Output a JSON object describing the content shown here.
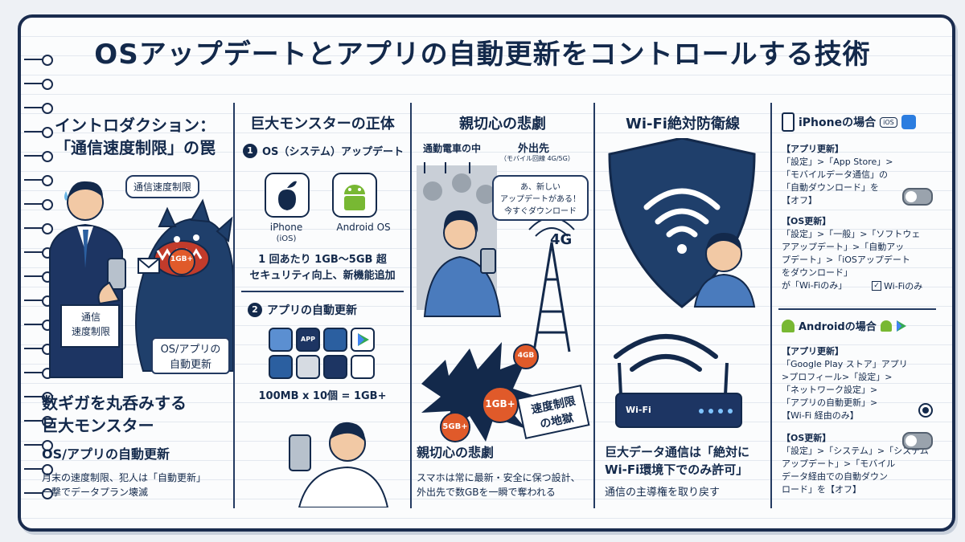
{
  "title": "OSアップデートとアプリの自動更新をコントロールする技術",
  "col1": {
    "heading_line1": "イントロダクション：",
    "heading_line2": "「通信速度制限」の罠",
    "bubble": "通信速度制限",
    "sign_line1": "通信",
    "sign_line2": "速度制限",
    "monster_label": "1GB+",
    "monster_tag_line1": "OS/アプリの",
    "monster_tag_line2": "自動更新",
    "big_line1": "数ギガを丸呑みする",
    "big_line2": "巨大モンスター",
    "sub": "OS/アプリの自動更新",
    "desc_line1": "月末の速度制限、犯人は「自動更新」",
    "desc_line2": "一撃でデータプラン壊滅"
  },
  "col2": {
    "heading": "巨大モンスターの正体",
    "step1_num": "1",
    "step1": "OS（システム）アップデート",
    "iphone_label": "iPhone",
    "iphone_sub": "(iOS)",
    "android_label": "Android OS",
    "size_text": "1 回あたり 1GB〜5GB 超",
    "feature_text": "セキュリティ向上、新機能追加",
    "step2_num": "2",
    "step2": "アプリの自動更新",
    "app_label": "APP",
    "calc": "100MB x 10個 = 1GB+"
  },
  "col3": {
    "heading": "親切心の悲劇",
    "train_label": "通勤電車の中",
    "out_label": "外出先",
    "out_sub": "（モバイル回線 4G/5G）",
    "speech_line1": "あ、新しい",
    "speech_line2": "アップデートがある！",
    "speech_line3": "今すぐダウンロード",
    "net_label": "4G",
    "badge1": "4GB",
    "badge2": "1GB+",
    "badge3": "5GB+",
    "sign_line1": "速度制限",
    "sign_line2": "の地獄",
    "sub": "親切心の悲劇",
    "desc_line1": "スマホは常に最新・安全に保つ設計、",
    "desc_line2": "外出先で数GBを一瞬で奪われる"
  },
  "col4": {
    "heading": "Wi-Fi絶対防衛線",
    "router_label": "Wi-Fi",
    "desc_line1": "巨大データ通信は「絶対に",
    "desc_line2": "Wi-Fi環境下でのみ許可」",
    "desc_line3": "通信の主導権を取り戻す"
  },
  "col5": {
    "iphone_heading": "iPhoneの場合",
    "ios_badge": "iOS",
    "ios_app_title": "【アプリ更新】",
    "ios_app_l1": "「設定」>「App Store」>",
    "ios_app_l2": "「モバイルデータ通信」の",
    "ios_app_l3": "「自動ダウンロード」を",
    "ios_app_l4": "【オフ】",
    "ios_os_title": "【OS更新】",
    "ios_os_l1": "「設定」>「一般」>「ソフトウェ",
    "ios_os_l2": "アアップデート」>「自動アッ",
    "ios_os_l3": "プデート」>「iOSアップデート",
    "ios_os_l4": "をダウンロード」",
    "ios_os_l5": "が「Wi-Fiのみ」",
    "ios_check": "Wi-Fiのみ",
    "android_heading": "Androidの場合",
    "and_app_title": "【アプリ更新】",
    "and_app_l1": "「Google Play ストア」アプリ",
    "and_app_l2": ">プロフィール>「設定」>",
    "and_app_l3": "「ネットワーク設定」>",
    "and_app_l4": "「アプリの自動更新」>",
    "and_app_l5": "【Wi-Fi 経由のみ】",
    "and_os_title": "【OS更新】",
    "and_os_l1": "「設定」>「システム」>「システム",
    "and_os_l2": "アップデート」>「モバイル",
    "and_os_l3": "データ経由での自動ダウン",
    "and_os_l4": "ロード」を【オフ】"
  },
  "colors": {
    "navy": "#13294b",
    "orange": "#e05a2a",
    "shield": "#1f3f6b",
    "android": "#78b833"
  }
}
